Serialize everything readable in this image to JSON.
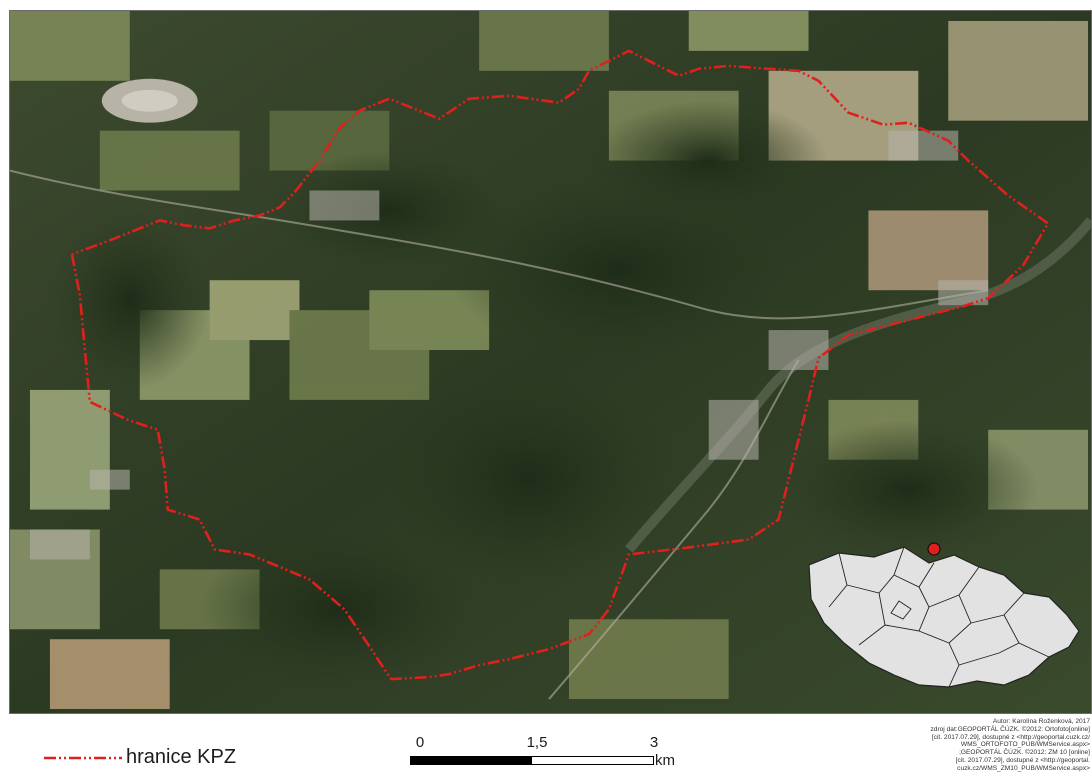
{
  "map": {
    "boundary_color": "#e0201c",
    "inset_fill": "#e2e2e2",
    "inset_marker_color": "#e0201c"
  },
  "legend": {
    "label": "hranice KPZ"
  },
  "scalebar": {
    "ticks": [
      "0",
      "1,5",
      "3"
    ],
    "unit": "km"
  },
  "credits": {
    "lines": [
      "Autor: Karolína Roženková, 2017",
      "zdroj dat:GEOPORTÁL ČÚZK. ©2012: Ortofoto[online]",
      "[cit. 2017.07.29], dostupné z <http://geoportal.cuzk.cz/",
      "WMS_ORTOFOTO_PUB/WMService.aspx>",
      ";GEOPORTÁL ČÚZK. ©2012: ZM 10 [online]",
      "[cit. 2017.07.29], dostupné z <http://geoportal.",
      "cuzk.cz/WMS_ZM10_PUB/WMService.aspx>"
    ]
  }
}
